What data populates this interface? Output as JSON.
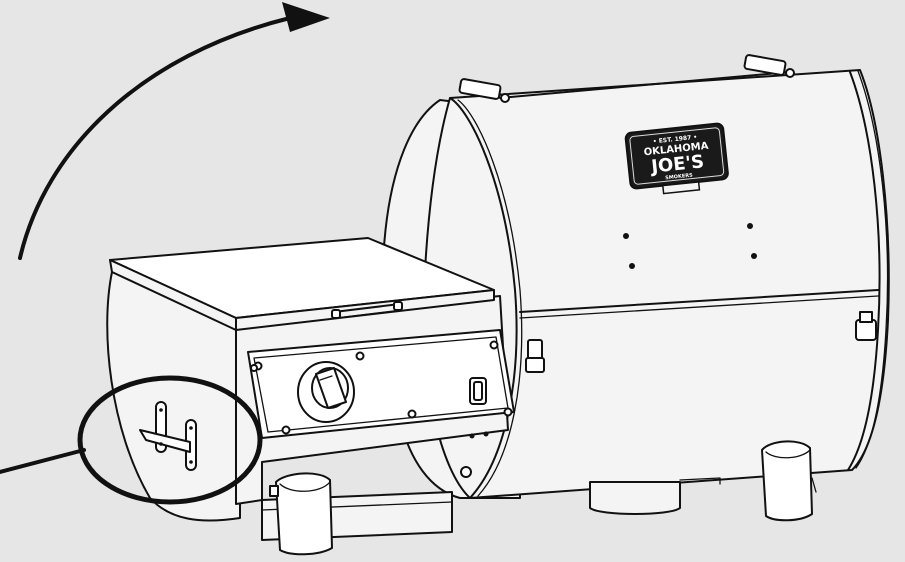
{
  "logo": {
    "top_line": "• EST. 1987 •",
    "brand_line1": "OKLAHOMA",
    "brand_line2": "JOE'S",
    "bottom_line": "SMOKERS"
  },
  "colors": {
    "background": "#e6e6e6",
    "line": "#111111",
    "body": "#f4f4f4"
  }
}
